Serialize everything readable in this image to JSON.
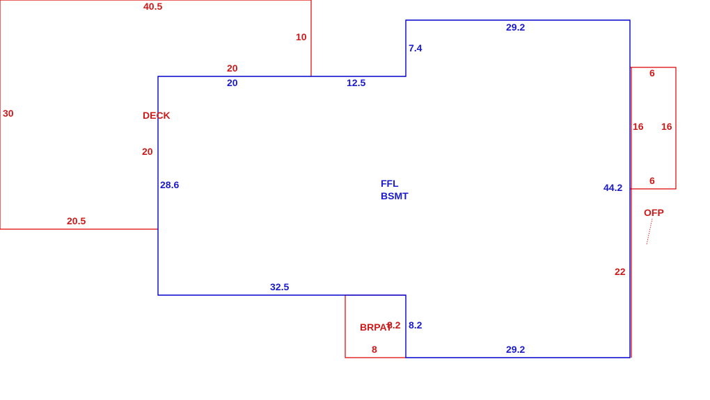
{
  "colors": {
    "main_outline": "#0000cc",
    "addition_outline": "#dd0000"
  },
  "areas": {
    "main": {
      "line1": "FFL",
      "line2": "BSMT"
    },
    "deck": "DECK",
    "ofp": "OFP",
    "brpat": "BRPAT"
  },
  "dimensions": {
    "main": {
      "top_right": "29.2",
      "step_vertical": "7.4",
      "step_horizontal": "12.5",
      "top_left": "20",
      "left": "28.6",
      "bottom_left": "32.5",
      "bottom_step": "8.2",
      "bottom_right": "29.2",
      "right": "44.2"
    },
    "deck": {
      "top": "40.5",
      "right_upper": "10",
      "bottom_inner": "20",
      "left": "30",
      "right_lower": "20",
      "bottom": "20.5"
    },
    "ofp": {
      "top": "6",
      "left": "16",
      "right": "16",
      "bottom": "6",
      "lower_wall": "22"
    },
    "brpat": {
      "right": "8.2",
      "bottom": "8"
    }
  }
}
